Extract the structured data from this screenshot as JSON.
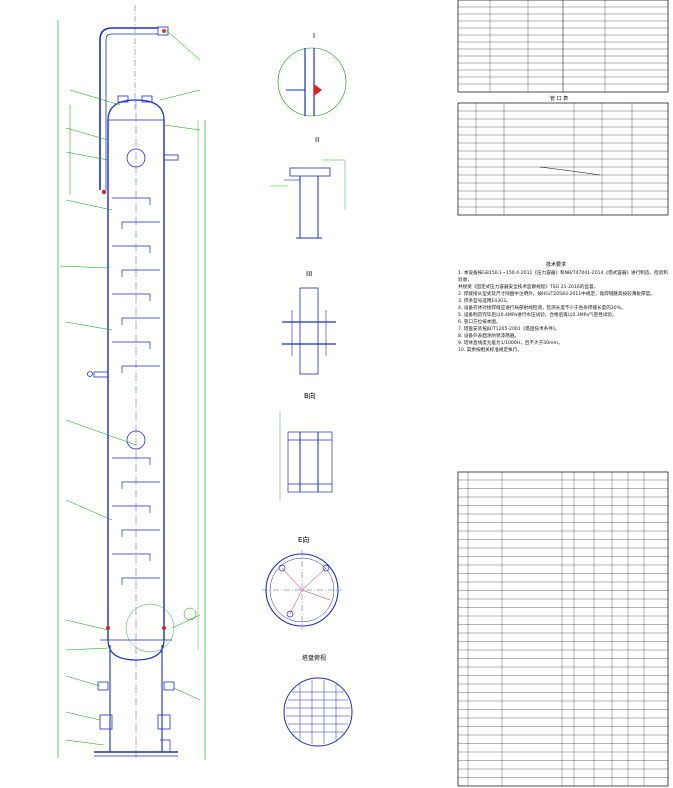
{
  "drawing": {
    "section_marks": {
      "detail_1": "I",
      "detail_2": "II",
      "detail_3": "III",
      "view_b": "B向",
      "view_e": "E向",
      "tray_view": "塔盘俯视"
    }
  },
  "tables": {
    "nozzle_table_title": "管 口 表",
    "notes_title": "技术要求",
    "notes": [
      "1. 本设备按GB150.1~150.4-2011《压力容器》和NB/T47041-2014《塔式容器》进行制造、检验和验收，",
      "   并接受《固定式压力容器安全技术监察规程》TSG 21-2016的监督。",
      "2. 焊接接头型式及尺寸除图中注明外，按HG/T20583-2011中规定，角焊缝腰高按较薄板厚度。",
      "3. 焊条型号选用E4303。",
      "4. 设备壳体对接焊缝应进行局部射线检测，检测长度不少于各条焊缝长度的20%。",
      "5. 设备制造完毕后以0.4MPa进行水压试验，合格后再以0.3MPa气密性试验。",
      "6. 管口方位按本图。",
      "7. 塔盘安装按JB/T1205-2001《塔盘技术条件》。",
      "8. 设备外表面涂防锈漆两遍。",
      "9. 塔体直线度允差为1/1000H，且不大于30mm。",
      "10. 其余按相关标准规定执行。"
    ]
  },
  "colors": {
    "line": "#1a2ecc",
    "annotation": "#00a000",
    "table": "#000000",
    "highlight": "#e02020"
  }
}
